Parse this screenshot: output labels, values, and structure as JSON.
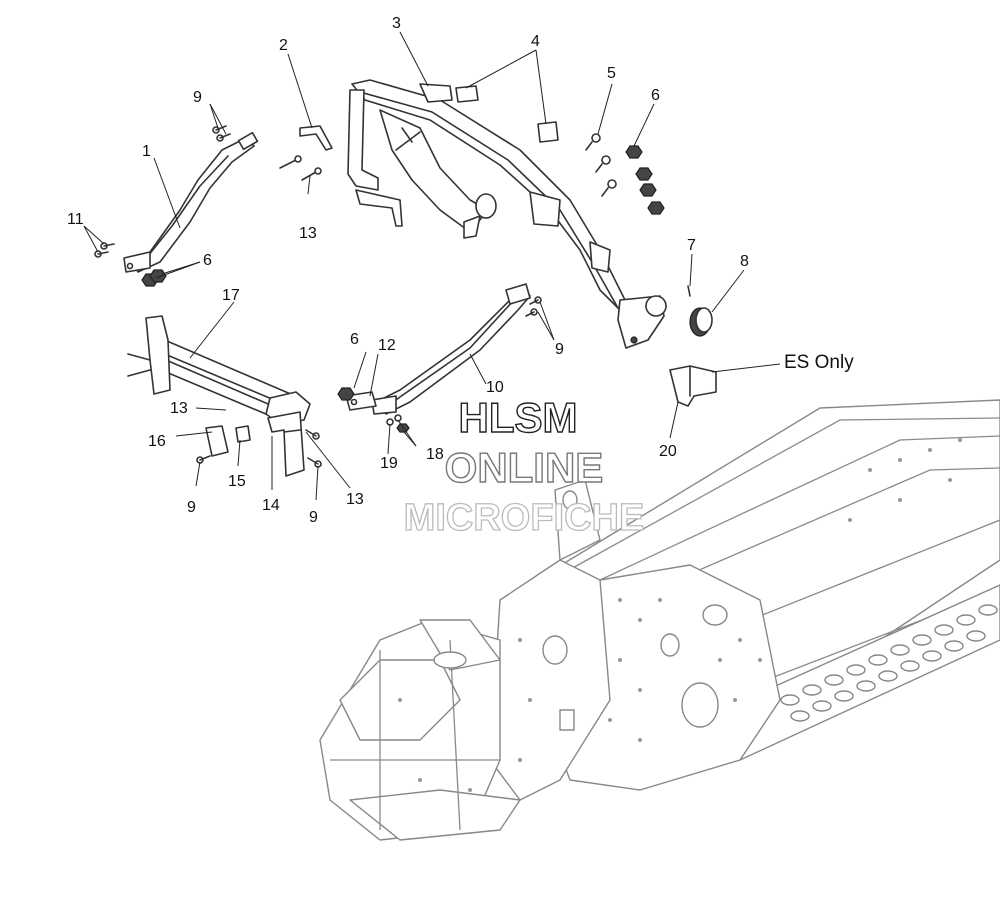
{
  "callouts": {
    "c1": "1",
    "c2": "2",
    "c3": "3",
    "c4": "4",
    "c5": "5",
    "c6a": "6",
    "c6b": "6",
    "c6c": "6",
    "c7": "7",
    "c8": "8",
    "c9a": "9",
    "c9b": "9",
    "c9c": "9",
    "c9d": "9",
    "c10": "10",
    "c11": "11",
    "c12": "12",
    "c13a": "13",
    "c13b": "13",
    "c13c": "13",
    "c14": "14",
    "c15": "15",
    "c16": "16",
    "c17": "17",
    "c18": "18",
    "c19": "19",
    "c20": "20"
  },
  "notes": {
    "es_only": "ES Only"
  },
  "watermark": {
    "line1": "HLSM",
    "line2": "ONLINE",
    "line3": "MICROFICHE"
  }
}
